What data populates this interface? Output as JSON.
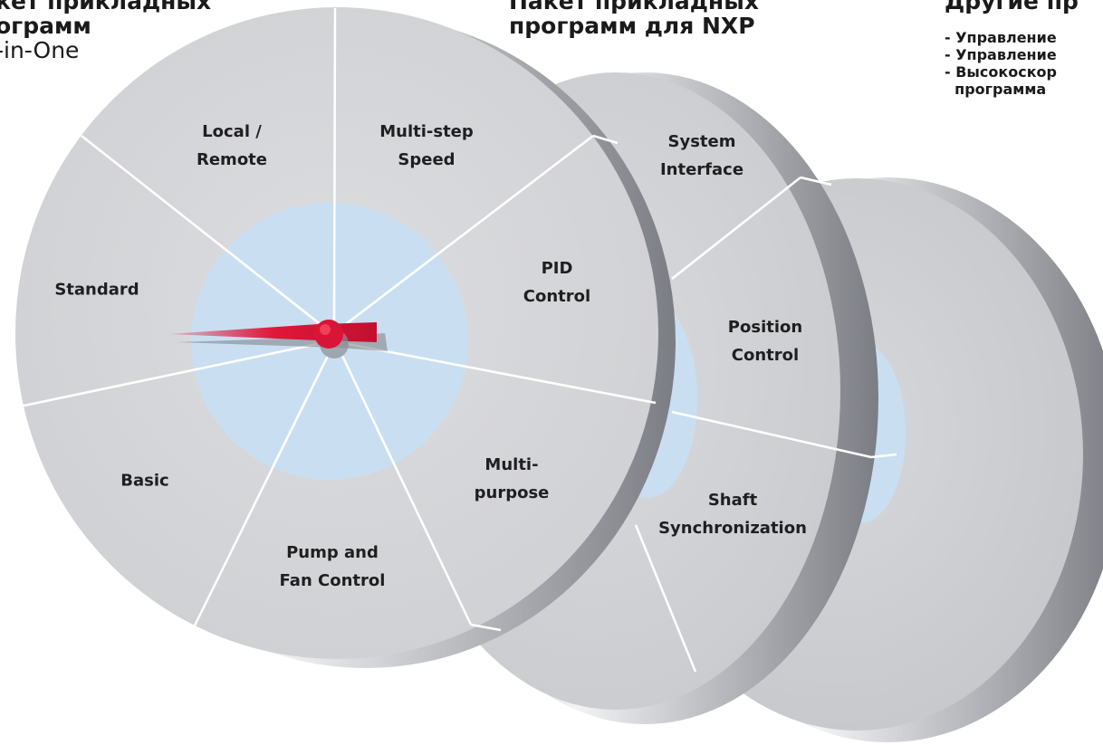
{
  "titles": {
    "all_in_one": {
      "line1": "кет прикладных",
      "line2": "ограмм",
      "line3": "-in-One"
    },
    "nxp": {
      "line1": "Пакет прикладных",
      "line2": "программ для NXP"
    },
    "other": {
      "line1": "Другие пр"
    }
  },
  "other_items": [
    "- Управление",
    "- Управление",
    "- Высокоскор",
    "  программа"
  ],
  "front_disc_segments": [
    {
      "id": "local-remote",
      "lines": [
        "Local /",
        "Remote"
      ]
    },
    {
      "id": "multi-step-speed",
      "lines": [
        "Multi-step",
        "Speed"
      ]
    },
    {
      "id": "pid-control",
      "lines": [
        "PID",
        "Control"
      ]
    },
    {
      "id": "multi-purpose",
      "lines": [
        "Multi-",
        "purpose"
      ]
    },
    {
      "id": "pump-and-fan-control",
      "lines": [
        "Pump and",
        "Fan Control"
      ]
    },
    {
      "id": "basic",
      "lines": [
        "Basic"
      ]
    },
    {
      "id": "standard",
      "lines": [
        "Standard"
      ]
    }
  ],
  "middle_disc_segments": [
    {
      "id": "system-interface",
      "lines": [
        "System",
        "Interface"
      ]
    },
    {
      "id": "position-control",
      "lines": [
        "Position",
        "Control"
      ]
    },
    {
      "id": "shaft-synchronization",
      "lines": [
        "Shaft",
        "Synchronization"
      ]
    }
  ],
  "colors": {
    "disc_face": "#d3d4d7",
    "disc_face_back": "#cfd0d3",
    "disc_rim_dark": "#8e9096",
    "disc_rim_light": "#f2f2f4",
    "hub": "#c9dff1",
    "divider": "#ffffff",
    "needle": "#e0173b",
    "needle_dark": "#a30f2a"
  }
}
